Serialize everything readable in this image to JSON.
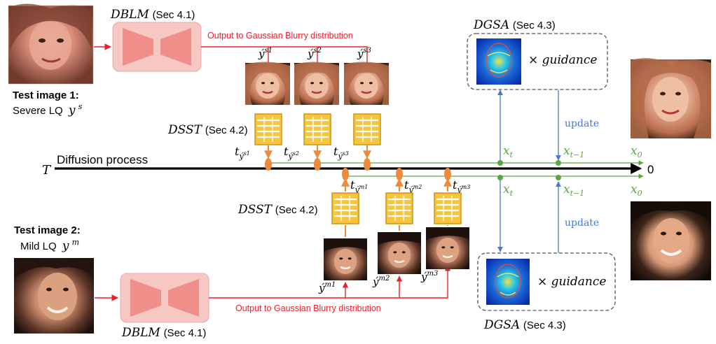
{
  "colors": {
    "red": "#e8202a",
    "blue": "#4a78c8",
    "green": "#5aa640",
    "orange": "#ef8a3c",
    "dblm_fill": "#f7c7c4",
    "dblm_shape": "#f08e8a",
    "dsst_fill": "#f6c53b",
    "dsst_border": "#c9961c",
    "timeline": "#000000",
    "guidance_border": "#555555"
  },
  "icons": {
    "dblm": "bowtie-network-icon",
    "dsst": "table-grid-icon",
    "timestep": "orange-oval-marker-icon",
    "state": "green-dot-icon"
  },
  "top": {
    "test_label": "Test image 1:",
    "lq_text": "Severe LQ",
    "lq_symbol": "y",
    "lq_sup": "s",
    "dblm_name": "DBLM",
    "dblm_sec": " (Sec 4.1)",
    "output_text": "Output to Gaussian Blurry distribution",
    "samples": [
      {
        "sym": "ý",
        "sup": "s1"
      },
      {
        "sym": "ý",
        "sup": "s2"
      },
      {
        "sym": "ý",
        "sup": "s3"
      }
    ],
    "dsst_name": "DSST",
    "dsst_sec": "(Sec 4.2)",
    "timesteps": [
      {
        "t": "t",
        "sub": "ý",
        "subsup": "s1"
      },
      {
        "t": "t",
        "sub": "ý",
        "subsup": "s2"
      },
      {
        "t": "t",
        "sub": "ý",
        "subsup": "s3"
      }
    ],
    "dgsa_name": "DGSA",
    "dgsa_sec": " (Sec 4.3)",
    "times_guidance": "× guidance",
    "update": "update",
    "x_t": "x",
    "x_t_sub": "t",
    "x_t1": "x",
    "x_t1_sub": "t−1",
    "x_0": "x",
    "x_0_sub": "0"
  },
  "timeline": {
    "start": "T",
    "label": "Diffusion process",
    "end": "0"
  },
  "bottom": {
    "test_label": "Test image 2:",
    "lq_text": "Mild LQ",
    "lq_symbol": "y",
    "lq_sup": "m",
    "dblm_name": "DBLM",
    "dblm_sec": " (Sec 4.1)",
    "output_text": "Output to Gaussian Blurry distribution",
    "samples": [
      {
        "sym": "ý",
        "sup": "m1"
      },
      {
        "sym": "ý",
        "sup": "m2"
      },
      {
        "sym": "ý",
        "sup": "m3"
      }
    ],
    "dsst_name": "DSST",
    "dsst_sec": "(Sec 4.2)",
    "timesteps": [
      {
        "t": "t",
        "sub": "ý",
        "subsup": "m1"
      },
      {
        "t": "t",
        "sub": "ý",
        "subsup": "m2"
      },
      {
        "t": "t",
        "sub": "ý",
        "subsup": "m3"
      }
    ],
    "dgsa_name": "DGSA",
    "dgsa_sec": " (Sec 4.3)",
    "times_guidance": "× guidance",
    "update": "update",
    "x_t": "x",
    "x_t_sub": "t",
    "x_t1": "x",
    "x_t1_sub": "t−1",
    "x_0": "x",
    "x_0_sub": "0"
  }
}
